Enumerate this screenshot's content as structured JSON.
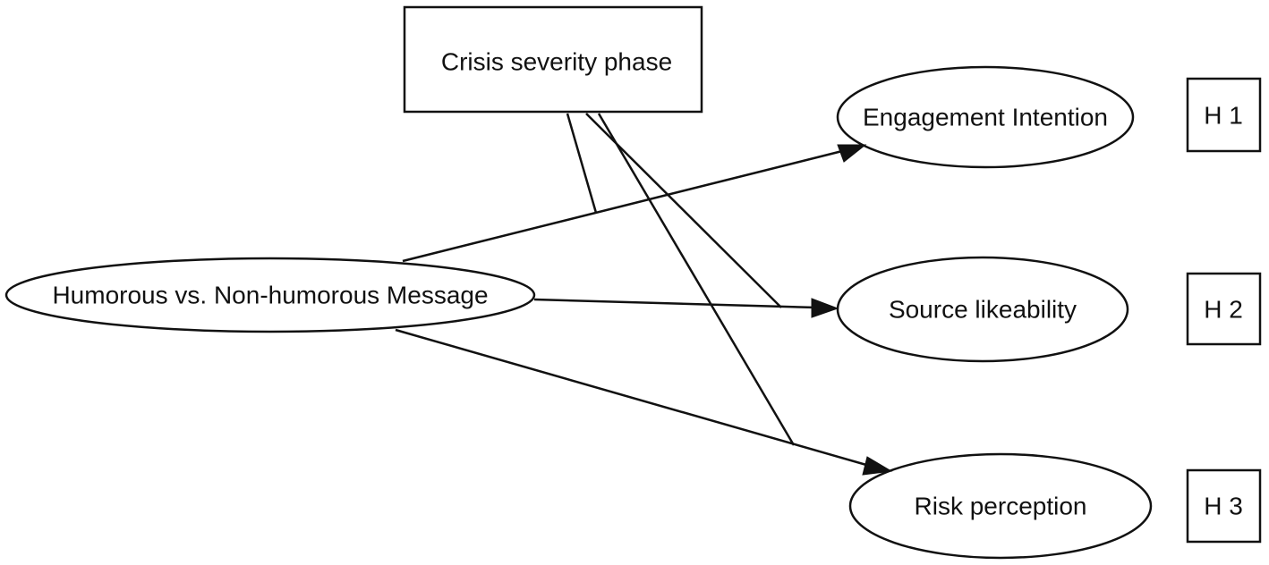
{
  "nodes": {
    "moderator": "Crisis severity phase",
    "predictor": "Humorous vs. Non-humorous Message",
    "outcome_1": "Engagement Intention",
    "outcome_2": "Source likeability",
    "outcome_3": "Risk perception"
  },
  "hypotheses": {
    "h1": "H 1",
    "h2": "H 2",
    "h3": "H 3"
  },
  "edges": [
    {
      "from": "predictor",
      "to": "outcome_1"
    },
    {
      "from": "predictor",
      "to": "outcome_2"
    },
    {
      "from": "predictor",
      "to": "outcome_3"
    },
    {
      "from": "moderator",
      "to": "edge:predictor-outcome_1"
    },
    {
      "from": "moderator",
      "to": "edge:predictor-outcome_2"
    },
    {
      "from": "moderator",
      "to": "edge:predictor-outcome_3"
    }
  ]
}
